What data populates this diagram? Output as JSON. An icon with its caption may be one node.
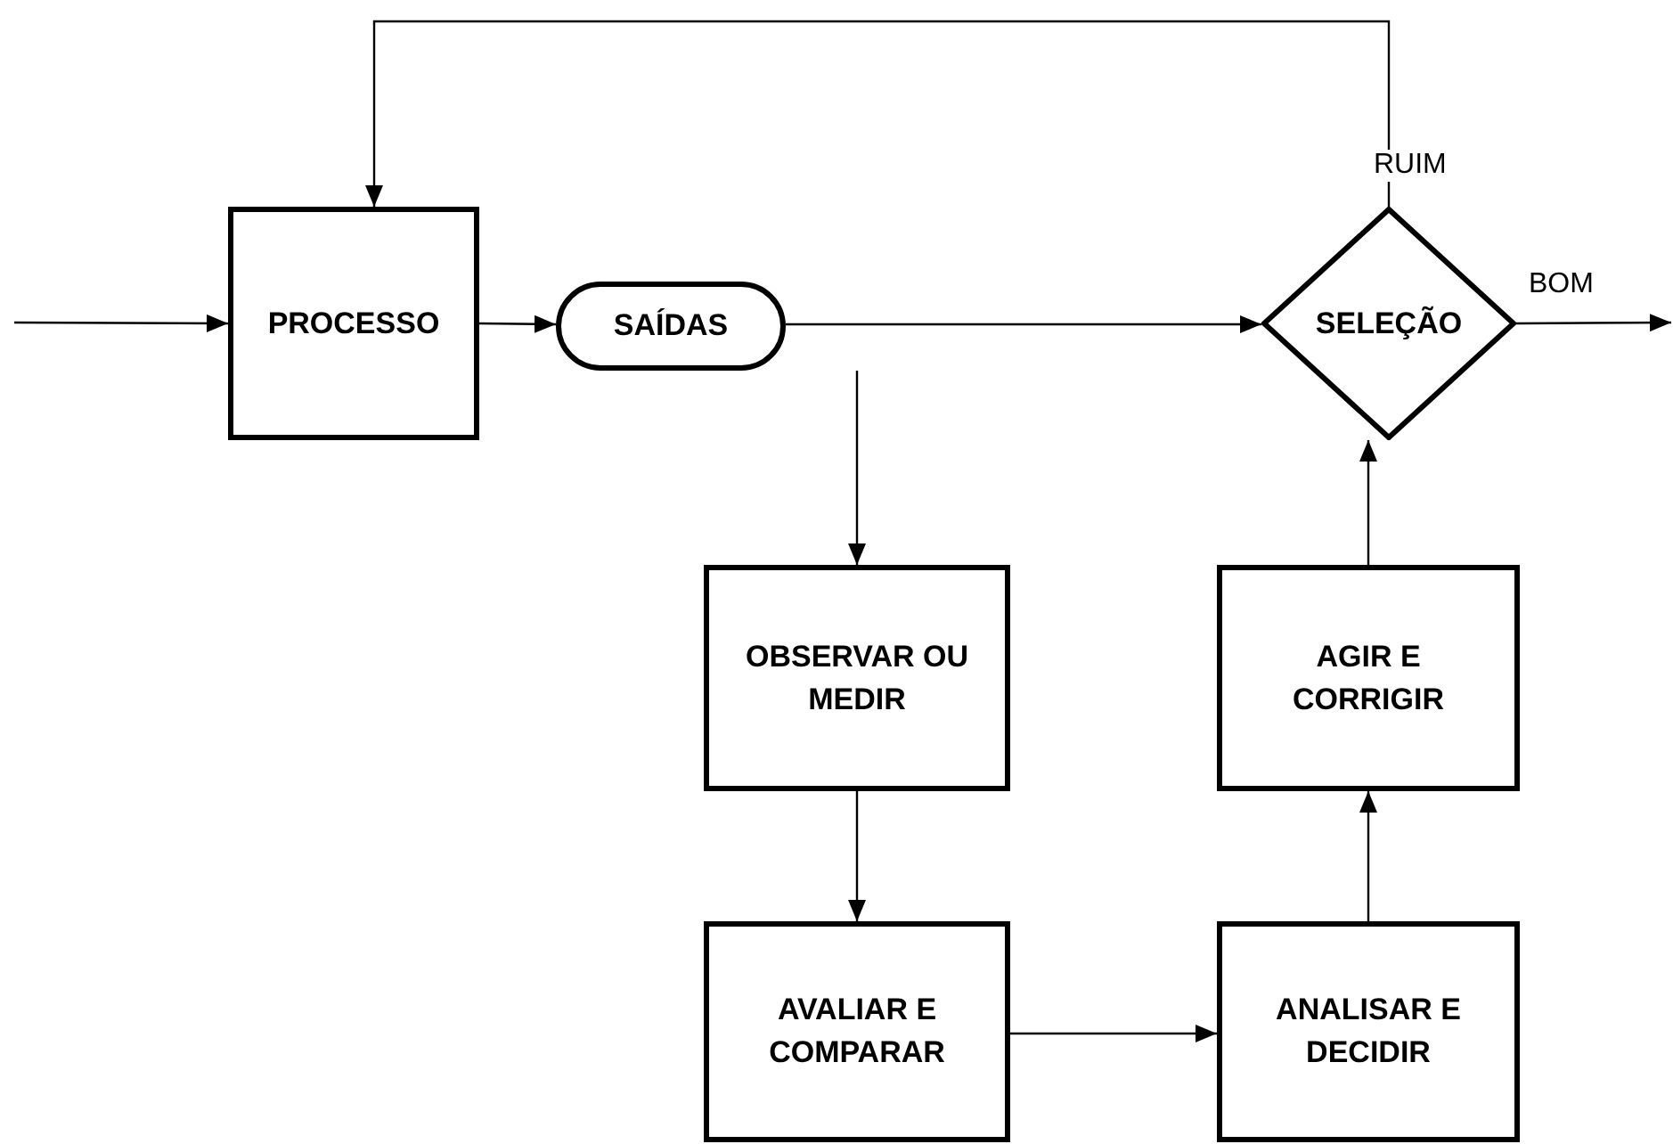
{
  "diagram": {
    "nodes": [
      {
        "text": [
          "PROCESSO"
        ]
      },
      {
        "text": [
          "SAÍDAS"
        ]
      },
      {
        "text": [
          "SELEÇÃO"
        ]
      },
      {
        "text": [
          "OBSERVAR OU MEDIR"
        ]
      },
      {
        "text": [
          "AGIR E CORRIGIR"
        ]
      },
      {
        "text": [
          "AVALIAR E COMPARAR"
        ]
      },
      {
        "text": [
          "ANALISAR E DECIDIR"
        ]
      }
    ],
    "edges": [
      {
        "from": null,
        "to": 0,
        "arrow": "to"
      },
      {
        "from": 0,
        "to": 1,
        "arrow": "to"
      },
      {
        "from": 1,
        "to": 2,
        "arrow": "to"
      },
      {
        "from": 2,
        "to": 0,
        "arrow": "to",
        "label": "RUIM"
      },
      {
        "from": 2,
        "to": null,
        "arrow": "to",
        "label": "BOM"
      },
      {
        "from": 1,
        "to": 3,
        "arrow": "to"
      },
      {
        "from": 3,
        "to": 5,
        "arrow": "to"
      },
      {
        "from": 5,
        "to": 6,
        "arrow": "to"
      },
      {
        "from": 6,
        "to": 4,
        "arrow": "to"
      },
      {
        "from": 4,
        "to": 2,
        "arrow": "to"
      }
    ]
  }
}
